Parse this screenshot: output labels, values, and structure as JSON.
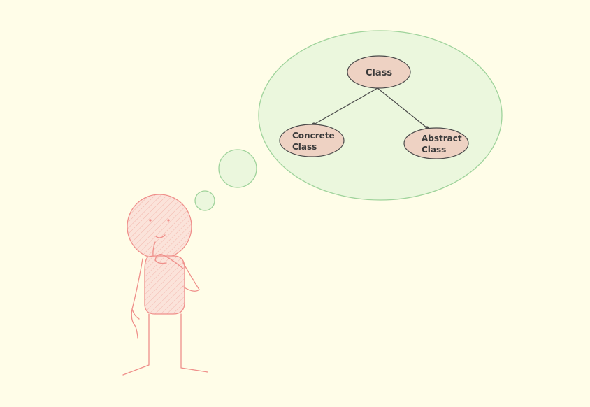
{
  "diagram": {
    "nodes": [
      {
        "id": "class",
        "label_lines": [
          "Class"
        ]
      },
      {
        "id": "concrete",
        "label_lines": [
          "Concrete",
          "Class"
        ]
      },
      {
        "id": "abstract",
        "label_lines": [
          "Abstract",
          "Class"
        ]
      }
    ],
    "edges": [
      {
        "from": "class",
        "to": "concrete"
      },
      {
        "from": "class",
        "to": "abstract"
      }
    ]
  },
  "colors": {
    "background": "#fffde8",
    "thought_fill": "#ebf7dd",
    "thought_stroke": "#9fd39b",
    "node_fill": "#eed2c3",
    "node_stroke": "#4a4a4a",
    "figure_stroke": "#ef8f8a",
    "figure_fill": "#fbe3da",
    "text": "#3a3a3a"
  }
}
